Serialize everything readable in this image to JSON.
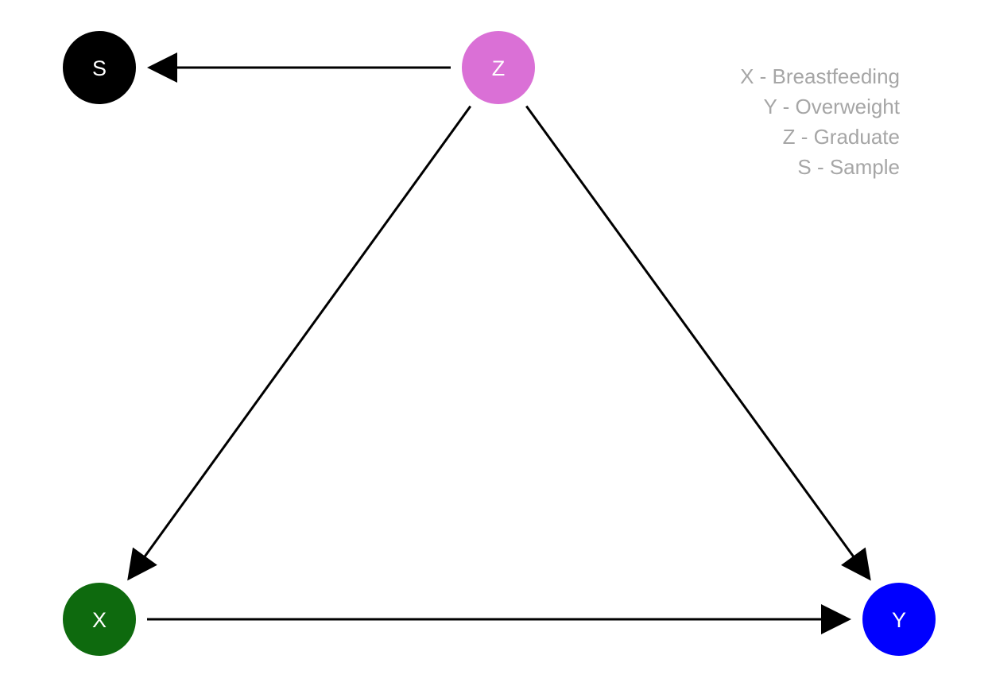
{
  "nodes": [
    {
      "id": "S",
      "label": "S",
      "color": "#000000"
    },
    {
      "id": "Z",
      "label": "Z",
      "color": "#da70d6"
    },
    {
      "id": "X",
      "label": "X",
      "color": "#0e6a0e"
    },
    {
      "id": "Y",
      "label": "Y",
      "color": "#0000ff"
    }
  ],
  "edges": [
    {
      "from": "Z",
      "to": "S"
    },
    {
      "from": "Z",
      "to": "X"
    },
    {
      "from": "Z",
      "to": "Y"
    },
    {
      "from": "X",
      "to": "Y"
    }
  ],
  "legend": {
    "items": [
      "X - Breastfeeding",
      "Y - Overweight",
      "Z - Graduate",
      "S - Sample"
    ],
    "color": "#a6a6a6"
  },
  "edge_color": "#000000"
}
